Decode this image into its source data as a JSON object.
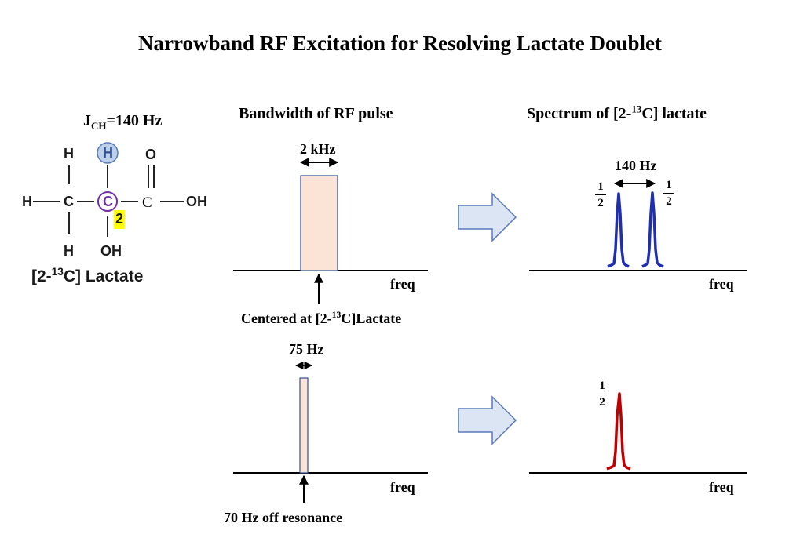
{
  "title": "Narrowband RF Excitation for Resolving Lactate Doublet",
  "molecule": {
    "coupling_prefix": "J",
    "coupling_sub": "CH",
    "coupling_value": "=140 Hz",
    "atoms": {
      "h_top_left": "H",
      "h_top_center": "H",
      "o_top": "O",
      "h_left": "H",
      "c_left": "C",
      "c_center": "C",
      "c_right": "C",
      "oh_right": "OH",
      "h_bottom": "H",
      "oh_bottom": "OH",
      "position_label": "2"
    },
    "name_prefix": "[2-",
    "name_sup": "13",
    "name_suffix": "C] Lactate"
  },
  "rf_section": {
    "heading": "Bandwidth of RF pulse",
    "top_bandwidth": "2 kHz",
    "top_center_prefix": "Centered at [2-",
    "top_center_sup": "13",
    "top_center_suffix": "C]Lactate",
    "bottom_bandwidth": "75 Hz",
    "bottom_offset": "70 Hz off resonance",
    "axis_label": "freq"
  },
  "spectrum_section": {
    "heading_prefix": "Spectrum of [2-",
    "heading_sup": "13",
    "heading_suffix": "C] lactate",
    "splitting": "140 Hz",
    "axis_label": "freq",
    "frac_num": "1",
    "frac_den": "2"
  },
  "colors": {
    "pulse_fill": "#fbe3d6",
    "pulse_stroke": "#2f4f8f",
    "doublet_peak": "#1f2fb0",
    "single_peak": "#c00000",
    "arrow_fill": "#dbe5f4",
    "arrow_stroke": "#5a7ab8",
    "h_circle_fill": "#bdd0ea",
    "c_circle_stroke": "#7030a0",
    "highlight": "#ffff00"
  }
}
